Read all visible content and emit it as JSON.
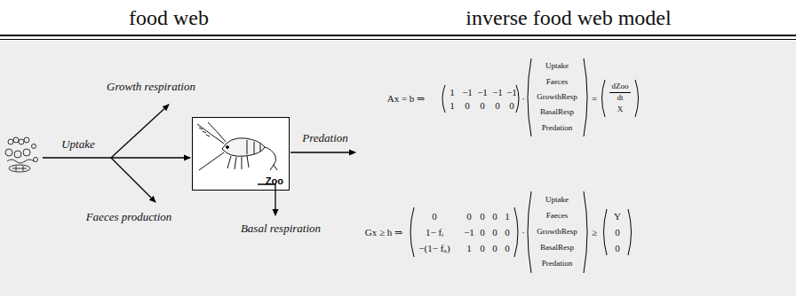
{
  "diagram": {
    "nodes": [
      {
        "text": [
          "Zoo"
        ]
      }
    ],
    "labels": [
      "food web",
      "inverse food web model",
      "Uptake",
      "Growth respiration",
      "Faeces production",
      "Predation",
      "Basal respiration",
      "Ax = b ⇒",
      "1",
      "−1",
      "−1",
      "−1",
      "−1",
      "1",
      "0",
      "0",
      "0",
      "0",
      "·",
      "Uptake",
      "Faeces",
      "GrowthResp",
      "BasalResp",
      "Predation",
      "=",
      "dZoo",
      "dt",
      "X",
      "Gx ≥ h ⇒",
      "0",
      "0",
      "0",
      "0",
      "1",
      "1− fᵢ",
      "−1",
      "0",
      "0",
      "0",
      "−(1− fᵤ)",
      "1",
      "0",
      "0",
      "0",
      "·",
      "Uptake",
      "Faeces",
      "GrowthResp",
      "BasalResp",
      "Predation",
      "≥",
      "Y",
      "0",
      "0"
    ]
  }
}
